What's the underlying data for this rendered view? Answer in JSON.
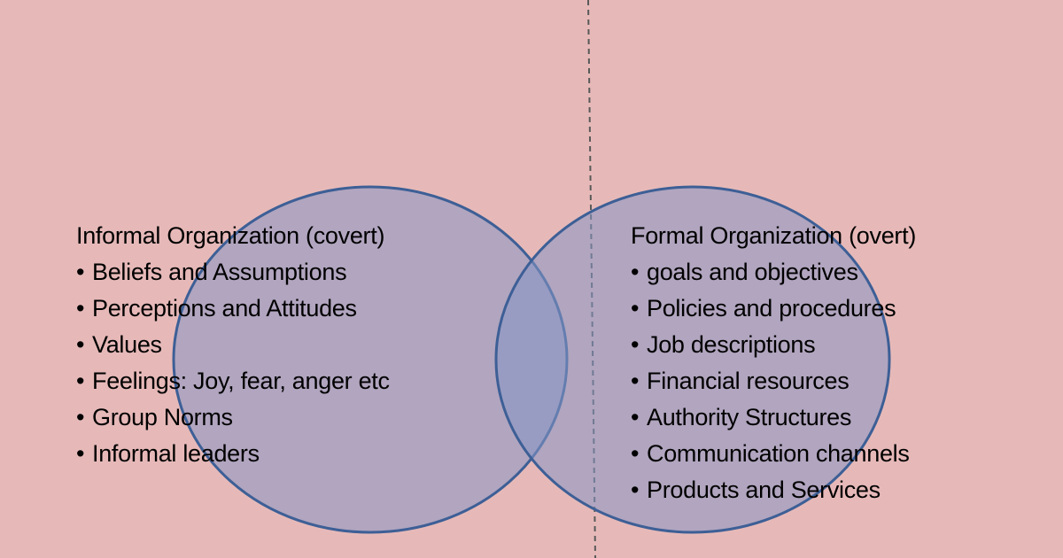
{
  "colors": {
    "background": "#e6b9b8",
    "circle_fill": "#8596c4",
    "circle_stroke": "#3d5f96",
    "divider": "#595959"
  },
  "left": {
    "title": "Informal Organization (covert)",
    "items": [
      "Beliefs and Assumptions",
      "Perceptions and Attitudes",
      "Values",
      "Feelings: Joy, fear, anger etc",
      "Group Norms",
      "Informal leaders"
    ]
  },
  "right": {
    "title": "Formal Organization (overt)",
    "items": [
      "goals and objectives",
      "Policies and procedures",
      "Job descriptions",
      "Financial resources",
      "Authority Structures",
      "Communication channels",
      "Products and Services"
    ]
  },
  "bullet_glyph": "•"
}
